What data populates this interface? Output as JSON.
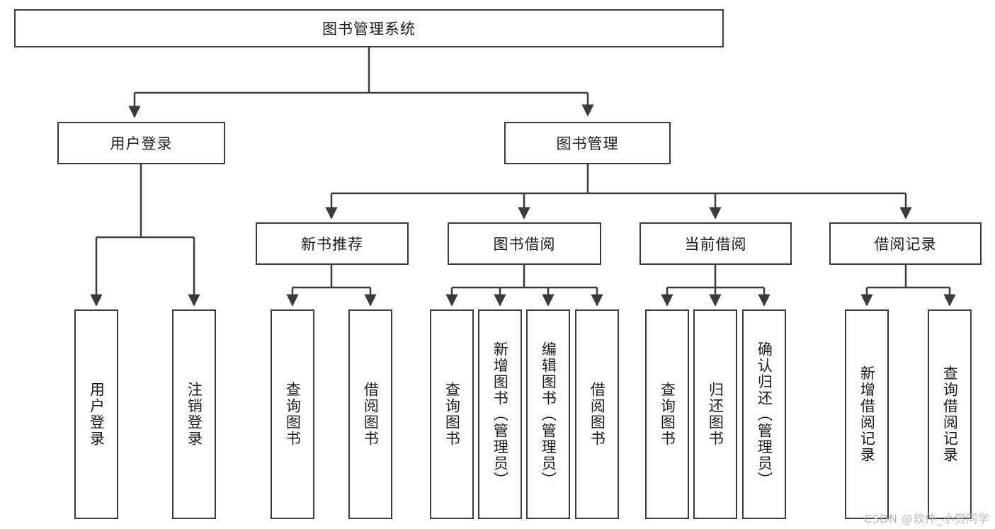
{
  "diagram": {
    "type": "tree",
    "title": "图书管理系统",
    "root": {
      "label": "图书管理系统"
    },
    "level1": [
      {
        "label": "用户登录"
      },
      {
        "label": "图书管理"
      }
    ],
    "level2": [
      {
        "label": "新书推荐"
      },
      {
        "label": "图书借阅"
      },
      {
        "label": "当前借阅"
      },
      {
        "label": "借阅记录"
      }
    ],
    "leaves": {
      "user_login": [
        {
          "label": "用户登录"
        },
        {
          "label": "注销登录"
        }
      ],
      "new_book": [
        {
          "label": "查询图书"
        },
        {
          "label": "借阅图书"
        }
      ],
      "book_borrow": [
        {
          "label": "查询图书"
        },
        {
          "label": "新增图书（管理员）"
        },
        {
          "label": "编辑图书（管理员）"
        },
        {
          "label": "借阅图书"
        }
      ],
      "current_borrow": [
        {
          "label": "查询图书"
        },
        {
          "label": "归还图书"
        },
        {
          "label": "确认归还（管理员）"
        }
      ],
      "borrow_record": [
        {
          "label": "新增借阅记录"
        },
        {
          "label": "查询借阅记录"
        }
      ]
    },
    "watermark": "CSDN @软件_小贺同学",
    "colors": {
      "stroke": "#3b3b3b",
      "fill": "#ffffff",
      "text": "#1b1b1b",
      "watermark": "#b9b9b9"
    }
  }
}
